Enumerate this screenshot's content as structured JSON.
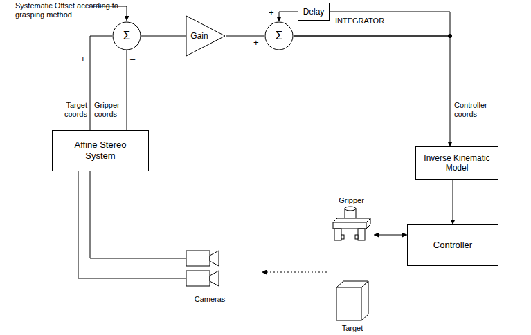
{
  "diagram": {
    "nodes": [
      {
        "text": [
          "Σ"
        ]
      },
      {
        "text": [
          "Gain"
        ]
      },
      {
        "text": [
          "Σ"
        ]
      },
      {
        "text": [
          "Delay"
        ]
      },
      {
        "text": [
          "Affine Stereo System"
        ]
      },
      {
        "text": [
          "Inverse Kinematic Model"
        ]
      },
      {
        "text": [
          "Gripper"
        ]
      },
      {
        "text": [
          "Controller"
        ]
      },
      {
        "text": [
          "Cameras"
        ]
      },
      {
        "text": [
          "Target"
        ]
      }
    ],
    "edges": [
      {
        "from": 4,
        "to": 0,
        "label": "Target coords",
        "arrow": "none"
      },
      {
        "from": 4,
        "to": 0,
        "label": "Gripper coords",
        "arrow": "none"
      },
      {
        "from": 0,
        "to": 1,
        "arrow": "none"
      },
      {
        "from": 1,
        "to": 2,
        "arrow": "none"
      },
      {
        "from": 2,
        "to": 3,
        "arrow": "none"
      },
      {
        "from": 3,
        "to": 2,
        "arrow": "to"
      },
      {
        "from": 2,
        "to": 5,
        "label": "Controller coords",
        "arrow": "to"
      },
      {
        "from": 5,
        "to": 7,
        "arrow": "to"
      },
      {
        "from": 7,
        "to": 6,
        "arrow": "both"
      },
      {
        "from": 4,
        "to": 8,
        "arrow": "none"
      },
      {
        "from": 4,
        "to": 8,
        "arrow": "none"
      }
    ],
    "labels": [
      "Systematic Offset according to grasping method",
      "+",
      "–",
      "+",
      "+",
      "INTEGRATOR"
    ]
  }
}
